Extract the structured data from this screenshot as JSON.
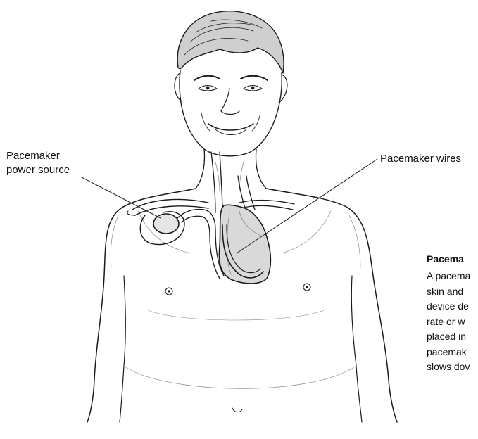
{
  "labels": {
    "power_source": [
      "Pacemaker",
      "power source"
    ],
    "wires": "Pacemaker wires"
  },
  "caption": {
    "title": "Pacema",
    "lines": [
      "A pacema",
      "skin and",
      "device de",
      "rate or w",
      "placed in",
      "pacemak",
      "slows dov"
    ]
  },
  "colors": {
    "ink": "#1a1a1a",
    "skin_shade": "#8a8a8a",
    "heart_fill": "#d9d9d9",
    "background": "#ffffff"
  }
}
